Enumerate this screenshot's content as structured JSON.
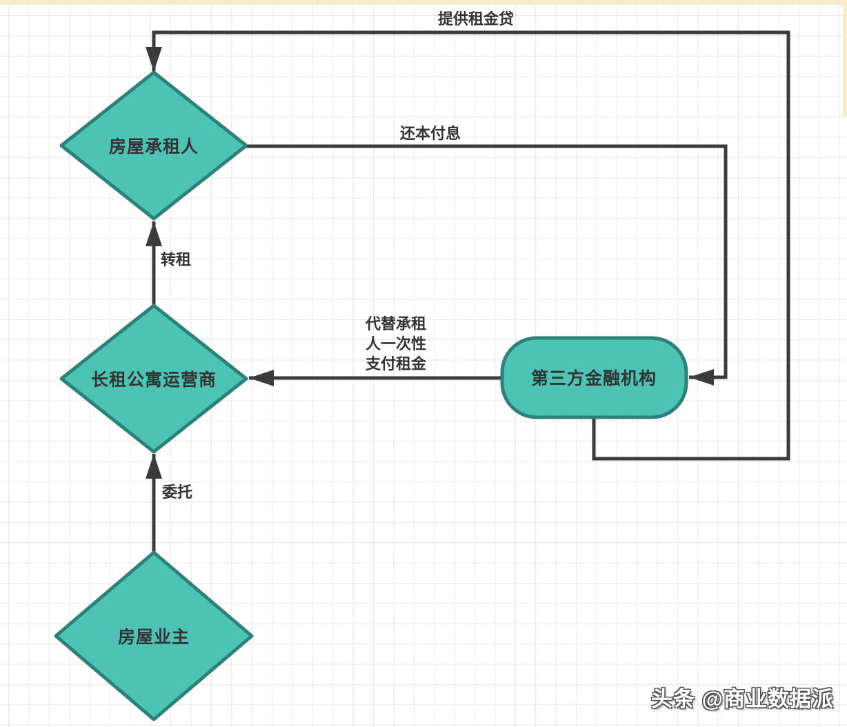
{
  "page": {
    "background": "#ffffff",
    "grid_color": "#e7e7ea",
    "edge_strip_color": "#f9ecca",
    "node_fill": "#4dc3b6",
    "node_border": "#2c8178",
    "line_color": "#3b3b3b",
    "text_color": "#333333"
  },
  "nodes": {
    "tenant": {
      "label": "房屋承租人",
      "shape": "diamond"
    },
    "operator": {
      "label": "长租公寓运营商",
      "shape": "diamond"
    },
    "owner": {
      "label": "房屋业主",
      "shape": "diamond"
    },
    "finance": {
      "label": "第三方金融机构",
      "shape": "rounded-rect"
    }
  },
  "edges": {
    "provide_loan": {
      "label": "提供租金贷",
      "from": "finance",
      "to": "tenant"
    },
    "repay": {
      "label": "还本付息",
      "from": "tenant",
      "to": "finance"
    },
    "pay_rent": {
      "label": "代替承租人一次性支付租金",
      "lines": [
        "代替承租",
        "人一次性",
        "支付租金"
      ],
      "from": "finance",
      "to": "operator"
    },
    "sublease": {
      "label": "转租",
      "from": "operator",
      "to": "tenant"
    },
    "entrust": {
      "label": "委托",
      "from": "owner",
      "to": "operator"
    }
  },
  "watermark": {
    "text": "头条 @商业数据派"
  }
}
